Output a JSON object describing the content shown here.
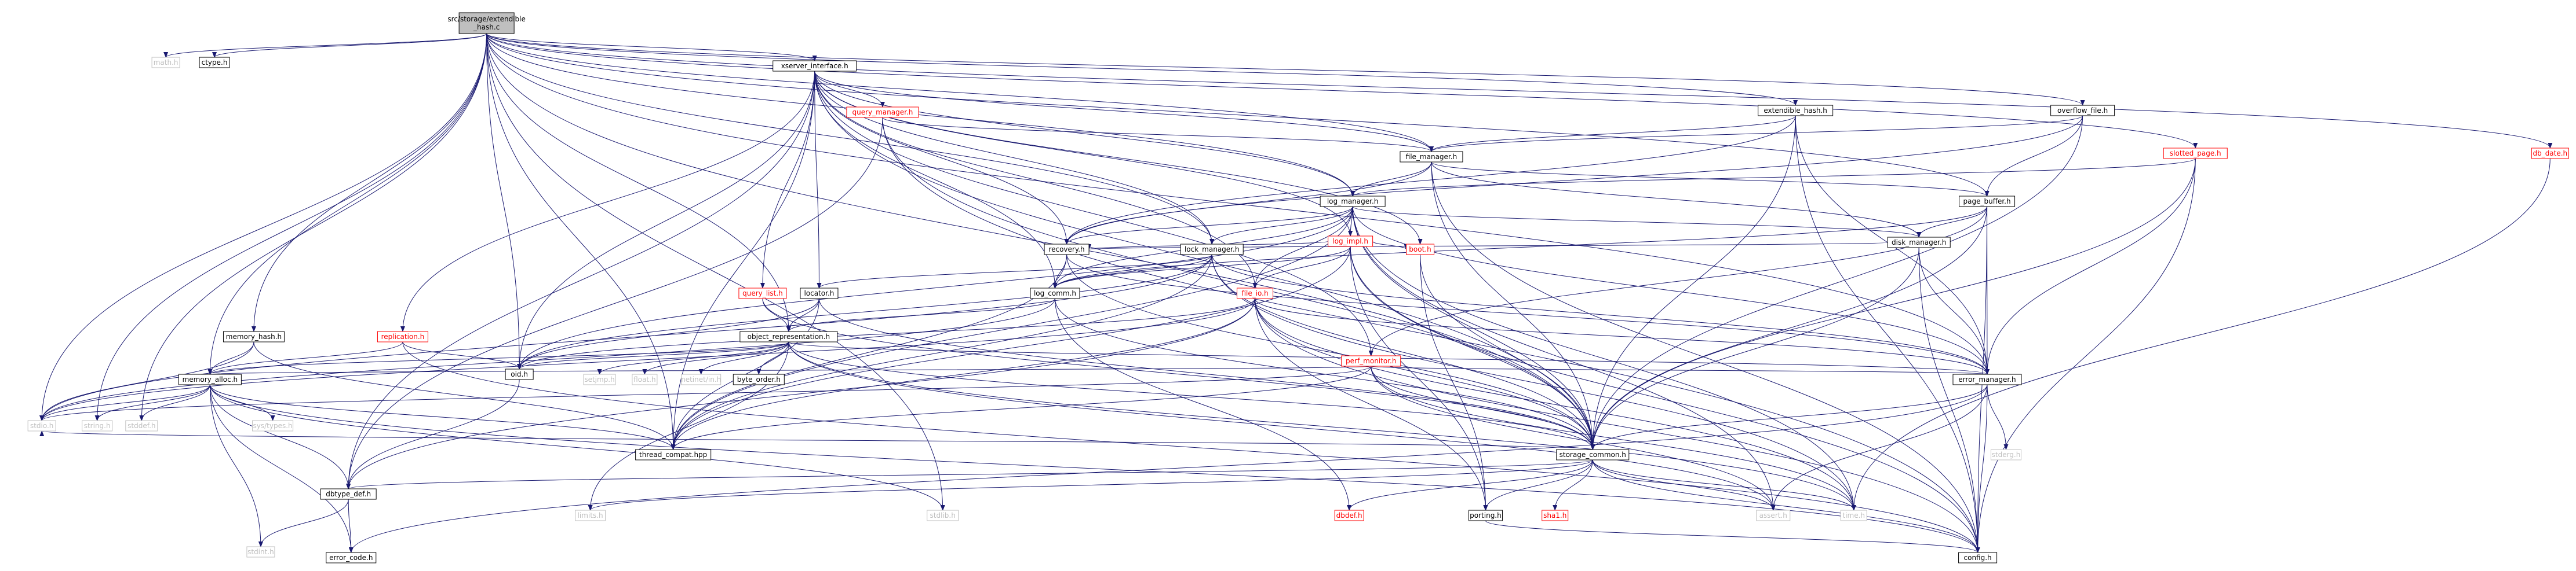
{
  "colors": {
    "edge": "#191970",
    "node_border_normal": "#000000",
    "node_border_truncated": "#ff0000",
    "node_fill_root": "#bfbfbf",
    "node_fill_normal": "#ffffff",
    "node_border_plain": "#bfbfbf",
    "text_normal": "#000000",
    "text_truncated": "#ff0000",
    "text_plain": "#bfbfbf"
  },
  "nodes": [
    {
      "id": "root",
      "lines": [
        "src/storage/extendible",
        "_hash.c"
      ],
      "style": "root"
    },
    {
      "id": "math",
      "lines": [
        "math.h"
      ],
      "style": "plain"
    },
    {
      "id": "ctype",
      "lines": [
        "ctype.h"
      ],
      "style": "normal"
    },
    {
      "id": "xserver",
      "lines": [
        "xserver_interface.h"
      ],
      "style": "normal"
    },
    {
      "id": "extendible_hash",
      "lines": [
        "extendible_hash.h"
      ],
      "style": "normal"
    },
    {
      "id": "overflow_file",
      "lines": [
        "overflow_file.h"
      ],
      "style": "normal"
    },
    {
      "id": "slotted_page",
      "lines": [
        "slotted_page.h"
      ],
      "style": "truncated"
    },
    {
      "id": "db_date",
      "lines": [
        "db_date.h"
      ],
      "style": "truncated"
    },
    {
      "id": "query_manager",
      "lines": [
        "query_manager.h"
      ],
      "style": "truncated"
    },
    {
      "id": "file_manager",
      "lines": [
        "file_manager.h"
      ],
      "style": "normal"
    },
    {
      "id": "log_manager",
      "lines": [
        "log_manager.h"
      ],
      "style": "normal"
    },
    {
      "id": "page_buffer",
      "lines": [
        "page_buffer.h"
      ],
      "style": "normal"
    },
    {
      "id": "log_impl",
      "lines": [
        "log_impl.h"
      ],
      "style": "truncated"
    },
    {
      "id": "disk_manager",
      "lines": [
        "disk_manager.h"
      ],
      "style": "normal"
    },
    {
      "id": "recovery",
      "lines": [
        "recovery.h"
      ],
      "style": "normal"
    },
    {
      "id": "lock_manager",
      "lines": [
        "lock_manager.h"
      ],
      "style": "normal"
    },
    {
      "id": "boot",
      "lines": [
        "boot.h"
      ],
      "style": "truncated"
    },
    {
      "id": "query_list",
      "lines": [
        "query_list.h"
      ],
      "style": "truncated"
    },
    {
      "id": "locator",
      "lines": [
        "locator.h"
      ],
      "style": "normal"
    },
    {
      "id": "log_comm",
      "lines": [
        "log_comm.h"
      ],
      "style": "normal"
    },
    {
      "id": "file_io",
      "lines": [
        "file_io.h"
      ],
      "style": "truncated"
    },
    {
      "id": "memory_hash",
      "lines": [
        "memory_hash.h"
      ],
      "style": "normal"
    },
    {
      "id": "replication",
      "lines": [
        "replication.h"
      ],
      "style": "truncated"
    },
    {
      "id": "object_rep",
      "lines": [
        "object_representation.h"
      ],
      "style": "normal"
    },
    {
      "id": "perf_monitor",
      "lines": [
        "perf_monitor.h"
      ],
      "style": "truncated"
    },
    {
      "id": "error_manager",
      "lines": [
        "error_manager.h"
      ],
      "style": "normal"
    },
    {
      "id": "memory_alloc",
      "lines": [
        "memory_alloc.h"
      ],
      "style": "normal"
    },
    {
      "id": "oid",
      "lines": [
        "oid.h"
      ],
      "style": "normal"
    },
    {
      "id": "setjmp",
      "lines": [
        "setjmp.h"
      ],
      "style": "plain"
    },
    {
      "id": "float",
      "lines": [
        "float.h"
      ],
      "style": "plain"
    },
    {
      "id": "netinet_in",
      "lines": [
        "netinet/in.h"
      ],
      "style": "plain"
    },
    {
      "id": "byte_order",
      "lines": [
        "byte_order.h"
      ],
      "style": "normal"
    },
    {
      "id": "stdio",
      "lines": [
        "stdio.h"
      ],
      "style": "plain"
    },
    {
      "id": "string",
      "lines": [
        "string.h"
      ],
      "style": "plain"
    },
    {
      "id": "stddef",
      "lines": [
        "stddef.h"
      ],
      "style": "plain"
    },
    {
      "id": "sys_types",
      "lines": [
        "sys/types.h"
      ],
      "style": "plain"
    },
    {
      "id": "thread_compat",
      "lines": [
        "thread_compat.hpp"
      ],
      "style": "normal"
    },
    {
      "id": "storage_common",
      "lines": [
        "storage_common.h"
      ],
      "style": "normal"
    },
    {
      "id": "stderg",
      "lines": [
        "stderg.h"
      ],
      "style": "plain"
    },
    {
      "id": "dbtype_def",
      "lines": [
        "dbtype_def.h"
      ],
      "style": "normal"
    },
    {
      "id": "limits",
      "lines": [
        "limits.h"
      ],
      "style": "plain"
    },
    {
      "id": "stdlib",
      "lines": [
        "stdlib.h"
      ],
      "style": "plain"
    },
    {
      "id": "dbdef",
      "lines": [
        "dbdef.h"
      ],
      "style": "truncated"
    },
    {
      "id": "porting",
      "lines": [
        "porting.h"
      ],
      "style": "normal"
    },
    {
      "id": "sha1",
      "lines": [
        "sha1.h"
      ],
      "style": "truncated"
    },
    {
      "id": "assert",
      "lines": [
        "assert.h"
      ],
      "style": "plain"
    },
    {
      "id": "time",
      "lines": [
        "time.h"
      ],
      "style": "plain"
    },
    {
      "id": "stdint",
      "lines": [
        "stdint.h"
      ],
      "style": "plain"
    },
    {
      "id": "error_code",
      "lines": [
        "error_code.h"
      ],
      "style": "normal"
    },
    {
      "id": "config",
      "lines": [
        "config.h"
      ],
      "style": "normal"
    }
  ],
  "edges": [
    [
      "root",
      "math"
    ],
    [
      "root",
      "ctype"
    ],
    [
      "root",
      "xserver"
    ],
    [
      "root",
      "extendible_hash"
    ],
    [
      "root",
      "overflow_file"
    ],
    [
      "root",
      "slotted_page"
    ],
    [
      "root",
      "db_date"
    ],
    [
      "root",
      "file_manager"
    ],
    [
      "root",
      "log_manager"
    ],
    [
      "root",
      "page_buffer"
    ],
    [
      "root",
      "lock_manager"
    ],
    [
      "root",
      "memory_hash"
    ],
    [
      "root",
      "object_rep"
    ],
    [
      "root",
      "memory_alloc"
    ],
    [
      "root",
      "stdio"
    ],
    [
      "root",
      "string"
    ],
    [
      "root",
      "stddef"
    ],
    [
      "root",
      "stdlib"
    ],
    [
      "root",
      "thread_compat"
    ],
    [
      "root",
      "storage_common"
    ],
    [
      "root",
      "error_manager"
    ],
    [
      "root",
      "oid"
    ],
    [
      "xserver",
      "query_manager"
    ],
    [
      "xserver",
      "file_manager"
    ],
    [
      "xserver",
      "log_manager"
    ],
    [
      "xserver",
      "log_impl"
    ],
    [
      "xserver",
      "recovery"
    ],
    [
      "xserver",
      "boot"
    ],
    [
      "xserver",
      "query_list"
    ],
    [
      "xserver",
      "locator"
    ],
    [
      "xserver",
      "log_comm"
    ],
    [
      "xserver",
      "file_io"
    ],
    [
      "xserver",
      "replication"
    ],
    [
      "xserver",
      "perf_monitor"
    ],
    [
      "xserver",
      "storage_common"
    ],
    [
      "xserver",
      "thread_compat"
    ],
    [
      "xserver",
      "oid"
    ],
    [
      "xserver",
      "dbtype_def"
    ],
    [
      "xserver",
      "lock_manager"
    ],
    [
      "query_manager",
      "file_manager"
    ],
    [
      "query_manager",
      "storage_common"
    ],
    [
      "query_manager",
      "dbtype_def"
    ],
    [
      "query_manager",
      "config"
    ],
    [
      "extendible_hash",
      "file_manager"
    ],
    [
      "extendible_hash",
      "storage_common"
    ],
    [
      "extendible_hash",
      "error_manager"
    ],
    [
      "extendible_hash",
      "recovery"
    ],
    [
      "extendible_hash",
      "config"
    ],
    [
      "overflow_file",
      "file_manager"
    ],
    [
      "overflow_file",
      "page_buffer"
    ],
    [
      "overflow_file",
      "storage_common"
    ],
    [
      "overflow_file",
      "recovery"
    ],
    [
      "slotted_page",
      "log_manager"
    ],
    [
      "slotted_page",
      "error_manager"
    ],
    [
      "slotted_page",
      "storage_common"
    ],
    [
      "slotted_page",
      "config"
    ],
    [
      "db_date",
      "time"
    ],
    [
      "file_manager",
      "log_manager"
    ],
    [
      "file_manager",
      "page_buffer"
    ],
    [
      "file_manager",
      "disk_manager"
    ],
    [
      "file_manager",
      "storage_common"
    ],
    [
      "file_manager",
      "recovery"
    ],
    [
      "file_manager",
      "config"
    ],
    [
      "log_manager",
      "log_impl"
    ],
    [
      "log_manager",
      "disk_manager"
    ],
    [
      "log_manager",
      "recovery"
    ],
    [
      "log_manager",
      "lock_manager"
    ],
    [
      "log_manager",
      "log_comm"
    ],
    [
      "log_manager",
      "file_io"
    ],
    [
      "log_manager",
      "storage_common"
    ],
    [
      "log_manager",
      "error_manager"
    ],
    [
      "log_manager",
      "thread_compat"
    ],
    [
      "log_manager",
      "oid"
    ],
    [
      "log_manager",
      "time"
    ],
    [
      "log_manager",
      "assert"
    ],
    [
      "page_buffer",
      "disk_manager"
    ],
    [
      "page_buffer",
      "perf_monitor"
    ],
    [
      "page_buffer",
      "error_manager"
    ],
    [
      "page_buffer",
      "storage_common"
    ],
    [
      "page_buffer",
      "log_comm"
    ],
    [
      "page_buffer",
      "config"
    ],
    [
      "log_impl",
      "boot"
    ],
    [
      "log_impl",
      "recovery"
    ],
    [
      "log_impl",
      "file_io"
    ],
    [
      "log_impl",
      "log_comm"
    ],
    [
      "log_impl",
      "porting"
    ],
    [
      "log_impl",
      "storage_common"
    ],
    [
      "log_impl",
      "thread_compat"
    ],
    [
      "log_impl",
      "config"
    ],
    [
      "disk_manager",
      "recovery"
    ],
    [
      "disk_manager",
      "error_manager"
    ],
    [
      "disk_manager",
      "storage_common"
    ],
    [
      "disk_manager",
      "config"
    ],
    [
      "recovery",
      "log_comm"
    ],
    [
      "recovery",
      "thread_compat"
    ],
    [
      "recovery",
      "error_manager"
    ],
    [
      "recovery",
      "storage_common"
    ],
    [
      "lock_manager",
      "locator"
    ],
    [
      "lock_manager",
      "log_comm"
    ],
    [
      "lock_manager",
      "oid"
    ],
    [
      "lock_manager",
      "storage_common"
    ],
    [
      "lock_manager",
      "thread_compat"
    ],
    [
      "lock_manager",
      "error_manager"
    ],
    [
      "lock_manager",
      "stdio"
    ],
    [
      "lock_manager",
      "time"
    ],
    [
      "boot",
      "porting"
    ],
    [
      "boot",
      "storage_common"
    ],
    [
      "query_list",
      "object_rep"
    ],
    [
      "query_list",
      "storage_common"
    ],
    [
      "locator",
      "object_rep"
    ],
    [
      "locator",
      "oid"
    ],
    [
      "locator",
      "storage_common"
    ],
    [
      "locator",
      "thread_compat"
    ],
    [
      "log_comm",
      "object_rep"
    ],
    [
      "log_comm",
      "storage_common"
    ],
    [
      "log_comm",
      "stdio"
    ],
    [
      "log_comm",
      "dbdef"
    ],
    [
      "file_io",
      "storage_common"
    ],
    [
      "file_io",
      "porting"
    ],
    [
      "file_io",
      "thread_compat"
    ],
    [
      "file_io",
      "error_manager"
    ],
    [
      "file_io",
      "oid"
    ],
    [
      "file_io",
      "stdio"
    ],
    [
      "file_io",
      "time"
    ],
    [
      "file_io",
      "config"
    ],
    [
      "file_io",
      "dbtype_def"
    ],
    [
      "memory_hash",
      "memory_alloc"
    ],
    [
      "memory_hash",
      "thread_compat"
    ],
    [
      "memory_hash",
      "stdio"
    ],
    [
      "replication",
      "oid"
    ],
    [
      "replication",
      "memory_alloc"
    ],
    [
      "replication",
      "config"
    ],
    [
      "object_rep",
      "memory_alloc"
    ],
    [
      "object_rep",
      "oid"
    ],
    [
      "object_rep",
      "setjmp"
    ],
    [
      "object_rep",
      "float"
    ],
    [
      "object_rep",
      "netinet_in"
    ],
    [
      "object_rep",
      "byte_order"
    ],
    [
      "object_rep",
      "storage_common"
    ],
    [
      "object_rep",
      "error_manager"
    ],
    [
      "object_rep",
      "limits"
    ],
    [
      "object_rep",
      "assert"
    ],
    [
      "object_rep",
      "time"
    ],
    [
      "perf_monitor",
      "memory_alloc"
    ],
    [
      "perf_monitor",
      "thread_compat"
    ],
    [
      "perf_monitor",
      "storage_common"
    ],
    [
      "perf_monitor",
      "error_manager"
    ],
    [
      "perf_monitor",
      "assert"
    ],
    [
      "perf_monitor",
      "time"
    ],
    [
      "perf_monitor",
      "stdio"
    ],
    [
      "error_manager",
      "storage_common"
    ],
    [
      "error_manager",
      "stderg"
    ],
    [
      "error_manager",
      "assert"
    ],
    [
      "error_manager",
      "config"
    ],
    [
      "error_manager",
      "error_code"
    ],
    [
      "memory_alloc",
      "stdio"
    ],
    [
      "memory_alloc",
      "string"
    ],
    [
      "memory_alloc",
      "stddef"
    ],
    [
      "memory_alloc",
      "sys_types"
    ],
    [
      "memory_alloc",
      "thread_compat"
    ],
    [
      "memory_alloc",
      "dbtype_def"
    ],
    [
      "memory_alloc",
      "stdint"
    ],
    [
      "memory_alloc",
      "error_code"
    ],
    [
      "memory_alloc",
      "config"
    ],
    [
      "memory_alloc",
      "stdlib"
    ],
    [
      "oid",
      "dbtype_def"
    ],
    [
      "storage_common",
      "dbtype_def"
    ],
    [
      "storage_common",
      "limits"
    ],
    [
      "storage_common",
      "stdio"
    ],
    [
      "storage_common",
      "dbdef"
    ],
    [
      "storage_common",
      "porting"
    ],
    [
      "storage_common",
      "sha1"
    ],
    [
      "storage_common",
      "assert"
    ],
    [
      "storage_common",
      "time"
    ],
    [
      "storage_common",
      "config"
    ],
    [
      "dbtype_def",
      "stdint"
    ],
    [
      "dbtype_def",
      "error_code"
    ],
    [
      "porting",
      "config"
    ]
  ]
}
